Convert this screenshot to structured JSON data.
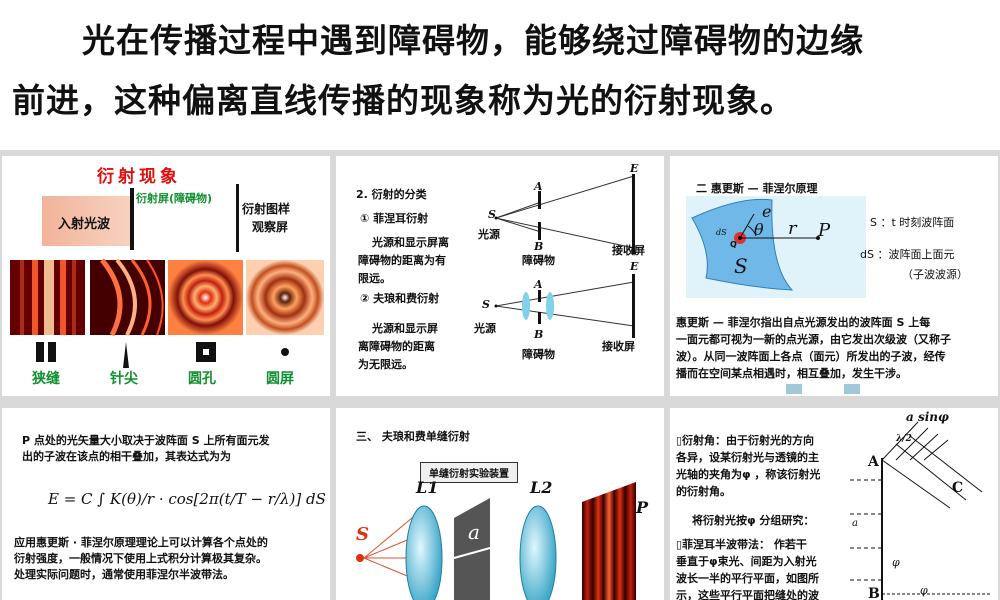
{
  "title": {
    "line1": "光在传播过程中遇到障碍物，能够绕过障碍物的边缘",
    "line2": "前进，这种偏离直线传播的现象称为光的衍射现象。"
  },
  "panel1": {
    "heading": "衍射现象",
    "incident_label": "入射光波",
    "screen_label": "衍射屏(障碍物)",
    "pattern_label_1": "衍射图样",
    "pattern_label_2": "观察屏",
    "captions": [
      "狭缝",
      "针尖",
      "圆孔",
      "圆屏"
    ]
  },
  "panel2": {
    "heading": "2. 衍射的分类",
    "item1_title": "①  菲涅耳衍射",
    "item1_desc": [
      "光源和显示屏离",
      "障碍物的距离为有",
      "限远。"
    ],
    "item2_title": "②  夫琅和费衍射",
    "item2_desc": [
      "光源和显示屏",
      "离障碍物的距离",
      "为无限远。"
    ],
    "labels": {
      "A": "A",
      "B": "B",
      "E": "E",
      "S": "S",
      "source": "光源",
      "obstacle": "障碍物",
      "screen": "接收屏"
    }
  },
  "panel3": {
    "heading": "二   惠更斯 — 菲涅尔原理",
    "S_desc": "S ：t 时刻波阵面",
    "dS_desc_1": "dS ：波阵面上面元",
    "dS_desc_2": "（子波波源）",
    "fig": {
      "e": "e",
      "theta": "θ",
      "r": "r",
      "P": "P",
      "dS": "dS",
      "S": "S",
      "Q": "Q"
    },
    "body": [
      "惠更斯 — 菲涅尔指出自点光源发出的波阵面 S 上每",
      "一面元都可视为一新的点光源，由它发出次级波（又称子",
      "波）。从同一波阵面上各点（面元）所发出的子波，经传",
      "播而在空间某点相遇时，相互叠加，发生干涉。"
    ]
  },
  "panel4": {
    "intro": [
      "P 点处的光矢量大小取决于波阵面 S 上所有面元发",
      "出的子波在该点的相干叠加，其表达式为为"
    ],
    "formula": "E = C ∫ K(θ)/r · cos[2π(t/T − r/λ)] dS",
    "outro": [
      "应用惠更斯 · 菲涅尔原理理论上可以计算各个点处的",
      "衍射强度，一般情况下使用上式积分计算极其复杂。",
      "处理实际问题时，通常使用菲涅尔半波带法。"
    ]
  },
  "panel5": {
    "heading": "三、  夫琅和费单缝衍射",
    "box_label": "单缝衍射实验装置",
    "labels": {
      "L1": "L1",
      "L2": "L2",
      "a": "a",
      "P": "P",
      "S": "S"
    }
  },
  "panel6": {
    "para1": [
      "▯衍射角：由于衍射光的方向",
      "各异，设某衍射光与透镜的主",
      "光轴的夹角为φ ，称该衍射光",
      "的衍射角。"
    ],
    "para2": "将衍射光按φ 分组研究：",
    "para3": [
      "▯菲涅耳半波带法：  作若干",
      "垂直于φ束光、间距为入射光",
      "波长一半的平行平面，如图所",
      "示，这些平行平面把缝处的波"
    ],
    "fig": {
      "formula": "a sinφ",
      "A": "A",
      "B": "B",
      "C": "C",
      "a": "a",
      "phi": "φ",
      "half": "λ/2"
    }
  },
  "colors": {
    "title_red": "#e01010",
    "green_caption": "#109030",
    "lens_blue": "#7fd3e8",
    "huygens_blue": "#6fb8e8"
  }
}
